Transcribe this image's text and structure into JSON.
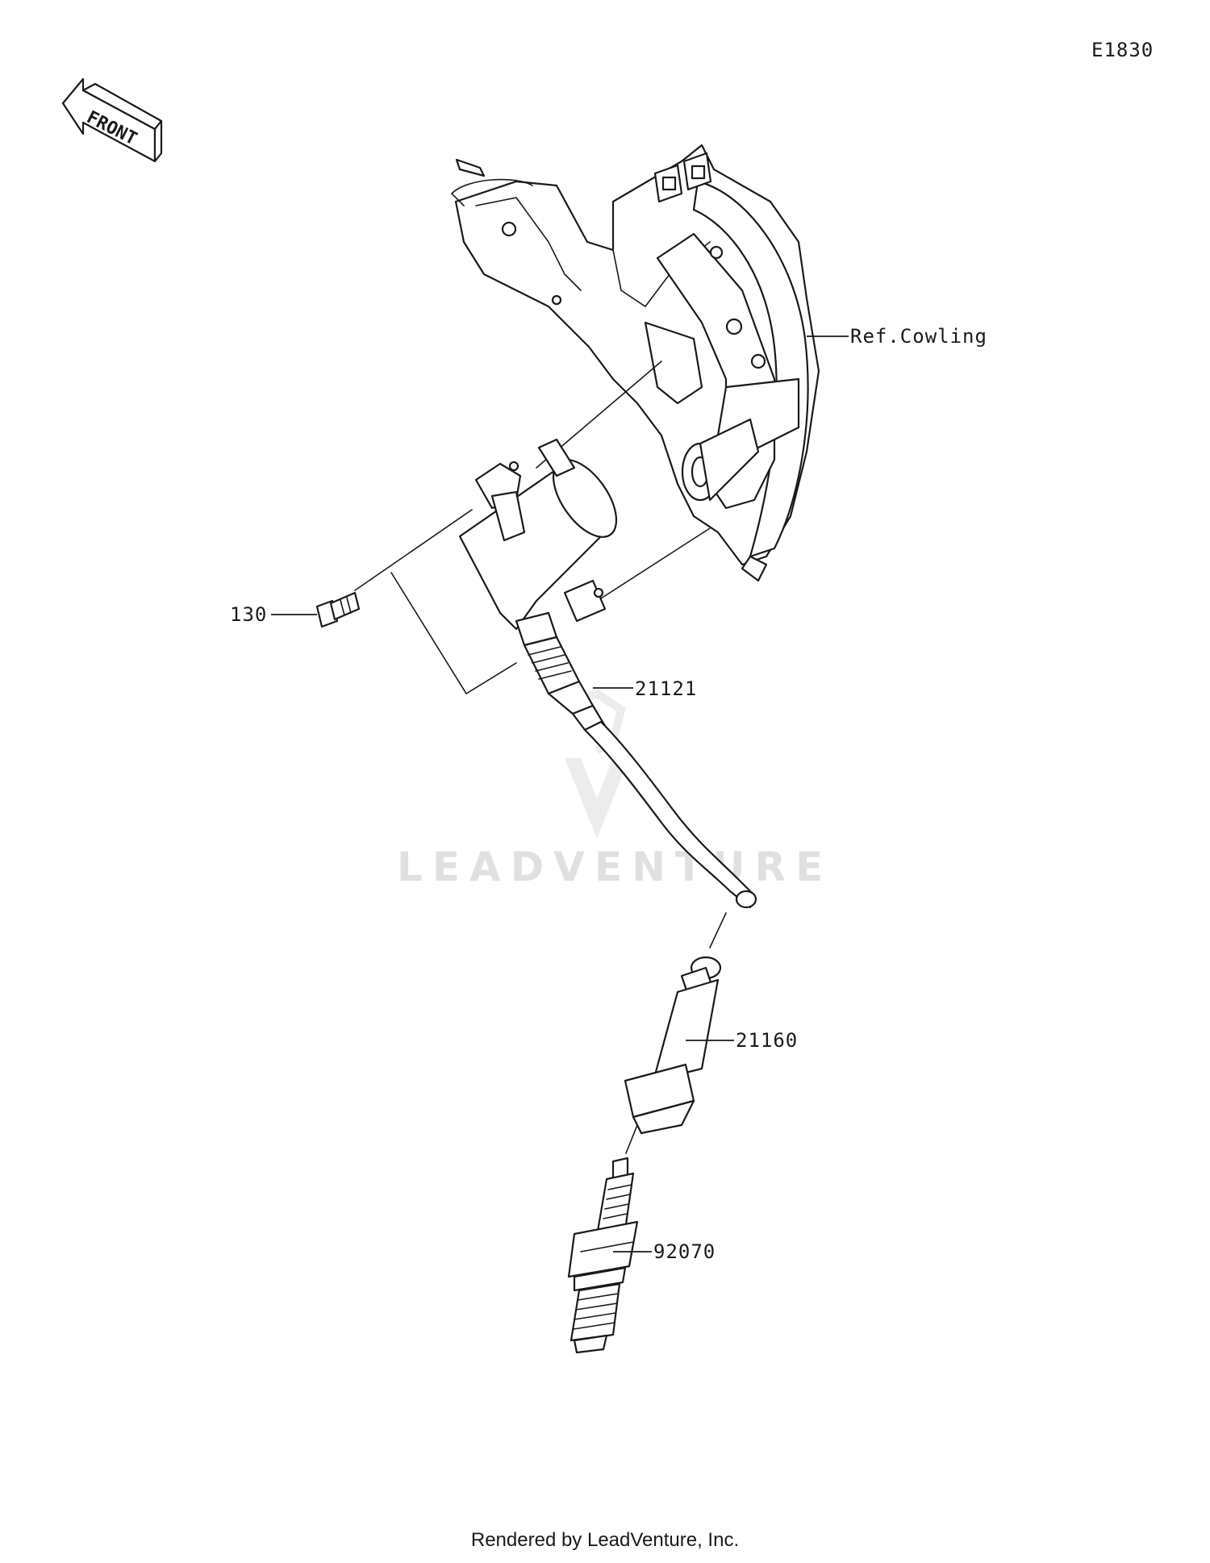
{
  "diagram_code": "E1830",
  "front_label": "FRONT",
  "watermark": "LEADVENTURE",
  "footer": "Rendered by LeadVenture, Inc.",
  "callouts": [
    {
      "id": "ref-cowling",
      "text": "Ref.Cowling"
    },
    {
      "id": "bolt",
      "text": "130"
    },
    {
      "id": "ignition-coil",
      "text": "21121"
    },
    {
      "id": "plug-cap",
      "text": "21160"
    },
    {
      "id": "spark-plug",
      "text": "92070"
    }
  ]
}
